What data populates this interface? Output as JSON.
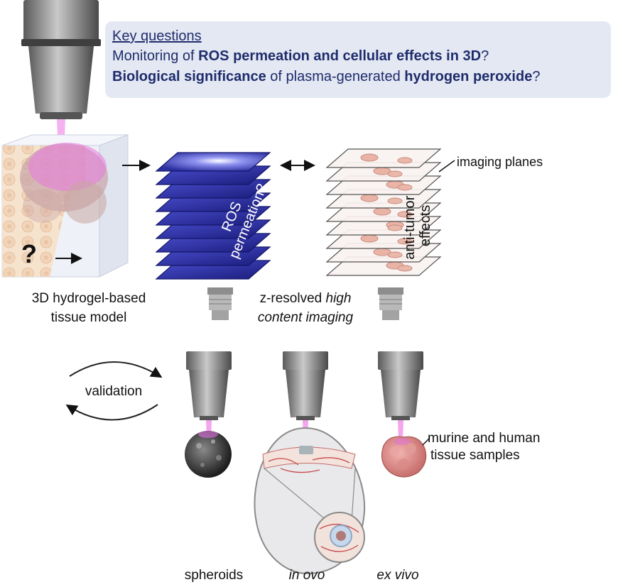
{
  "key_questions": {
    "title": "Key questions",
    "q1": {
      "a": "Monitoring of ",
      "b": "ROS permeation and cellular effects in 3D",
      "c": "?"
    },
    "q2": {
      "a": "Biological significance",
      "b": " of plasma-generated ",
      "c": "hydrogen peroxide",
      "d": "?"
    }
  },
  "tissue_model": {
    "line1": "3D hydrogel-based",
    "line2": "tissue model",
    "question_mark": "?"
  },
  "imaging": {
    "line1a": "z-resolved ",
    "line1b": "high",
    "line2": "content imaging"
  },
  "stack_ros": {
    "label_line1": "ROS",
    "label_line2": "permeation?"
  },
  "stack_effects": {
    "label_line1": "anti-tumor",
    "label_line2": "effects",
    "callout": "imaging planes"
  },
  "validation": {
    "label": "validation"
  },
  "samples": {
    "callout_line1": "murine and human",
    "callout_line2": "tissue samples"
  },
  "bottom_labels": {
    "spheroids": "spheroids",
    "in_ovo": "in ovo",
    "ex_vivo": "ex vivo"
  },
  "colors": {
    "box_bg": "#e3e8f3",
    "title_text": "#1f2c6b",
    "plane_blue": "#2b2fa0",
    "plasma_pink": "#e050d8",
    "tissue_pink": "#e8a0a0",
    "nozzle_gray": "#6e6e6e"
  }
}
